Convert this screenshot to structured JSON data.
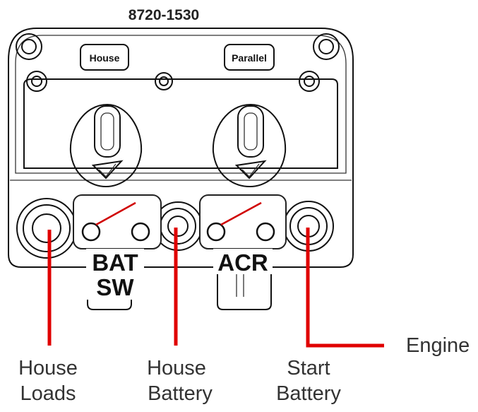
{
  "title": "8720-1530",
  "buttons": {
    "house": "House",
    "parallel": "Parallel"
  },
  "switches": {
    "bat_sw_line1": "BAT",
    "bat_sw_line2": "SW",
    "acr": "ACR"
  },
  "labels": {
    "house_loads_line1": "House",
    "house_loads_line2": "Loads",
    "house_battery_line1": "House",
    "house_battery_line2": "Battery",
    "start_battery_line1": "Start",
    "start_battery_line2": "Battery",
    "engine": "Engine"
  },
  "colors": {
    "wire": "#e00000",
    "outline": "#111111",
    "text": "#333333"
  }
}
